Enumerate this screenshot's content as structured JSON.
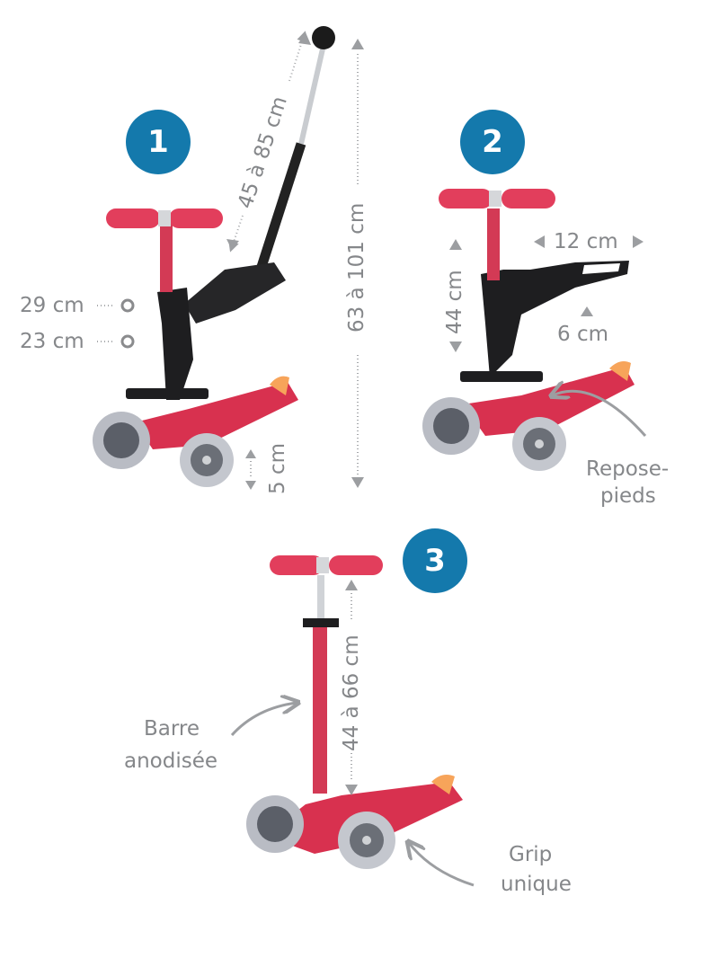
{
  "colors": {
    "badge": "#1479ac",
    "annotation_gray": "#85878a",
    "scooter_red": "#d8314f",
    "seat_black": "#1e1e20",
    "brake_orange": "#f7a45a",
    "wheel_gray": "#b9bcc4"
  },
  "configurations": [
    {
      "number": "1",
      "measurements": {
        "push_bar": "45 à 85 cm",
        "total_height": "63 à 101 cm",
        "seat_high": "29 cm",
        "seat_low": "23 cm",
        "deck_height": "5 cm"
      }
    },
    {
      "number": "2",
      "measurements": {
        "bar_height": "44 cm",
        "seat_width": "12 cm",
        "seat_depth": "6 cm"
      },
      "callout": {
        "line1": "Repose-",
        "line2": "pieds"
      }
    },
    {
      "number": "3",
      "measurements": {
        "bar_range": "44 à 66 cm"
      },
      "callouts": [
        {
          "line1": "Barre",
          "line2": "anodisée"
        },
        {
          "line1": "Grip",
          "line2": "unique"
        }
      ]
    }
  ]
}
